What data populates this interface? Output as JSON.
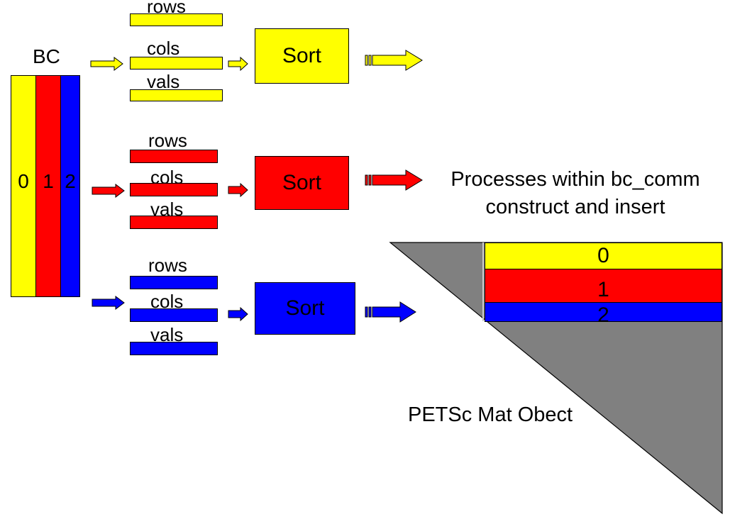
{
  "colors": {
    "yellow": "#FFFF00",
    "red": "#FF0000",
    "blue": "#0000FF",
    "gray": "#808080"
  },
  "bc": {
    "title": "BC",
    "columns": [
      "0",
      "1",
      "2"
    ]
  },
  "pipelines": [
    {
      "color": "yellow",
      "labels": {
        "rows": "rows",
        "cols": "cols",
        "vals": "vals"
      },
      "sort_label": "Sort"
    },
    {
      "color": "red",
      "labels": {
        "rows": "rows",
        "cols": "cols",
        "vals": "vals"
      },
      "sort_label": "Sort"
    },
    {
      "color": "blue",
      "labels": {
        "rows": "rows",
        "cols": "cols",
        "vals": "vals"
      },
      "sort_label": "Sort"
    }
  ],
  "caption": {
    "line1": "Processes within bc_comm",
    "line2": "construct and insert"
  },
  "matrix": {
    "label": "PETSc Mat Obect",
    "stripes": [
      "0",
      "1",
      "2"
    ]
  }
}
